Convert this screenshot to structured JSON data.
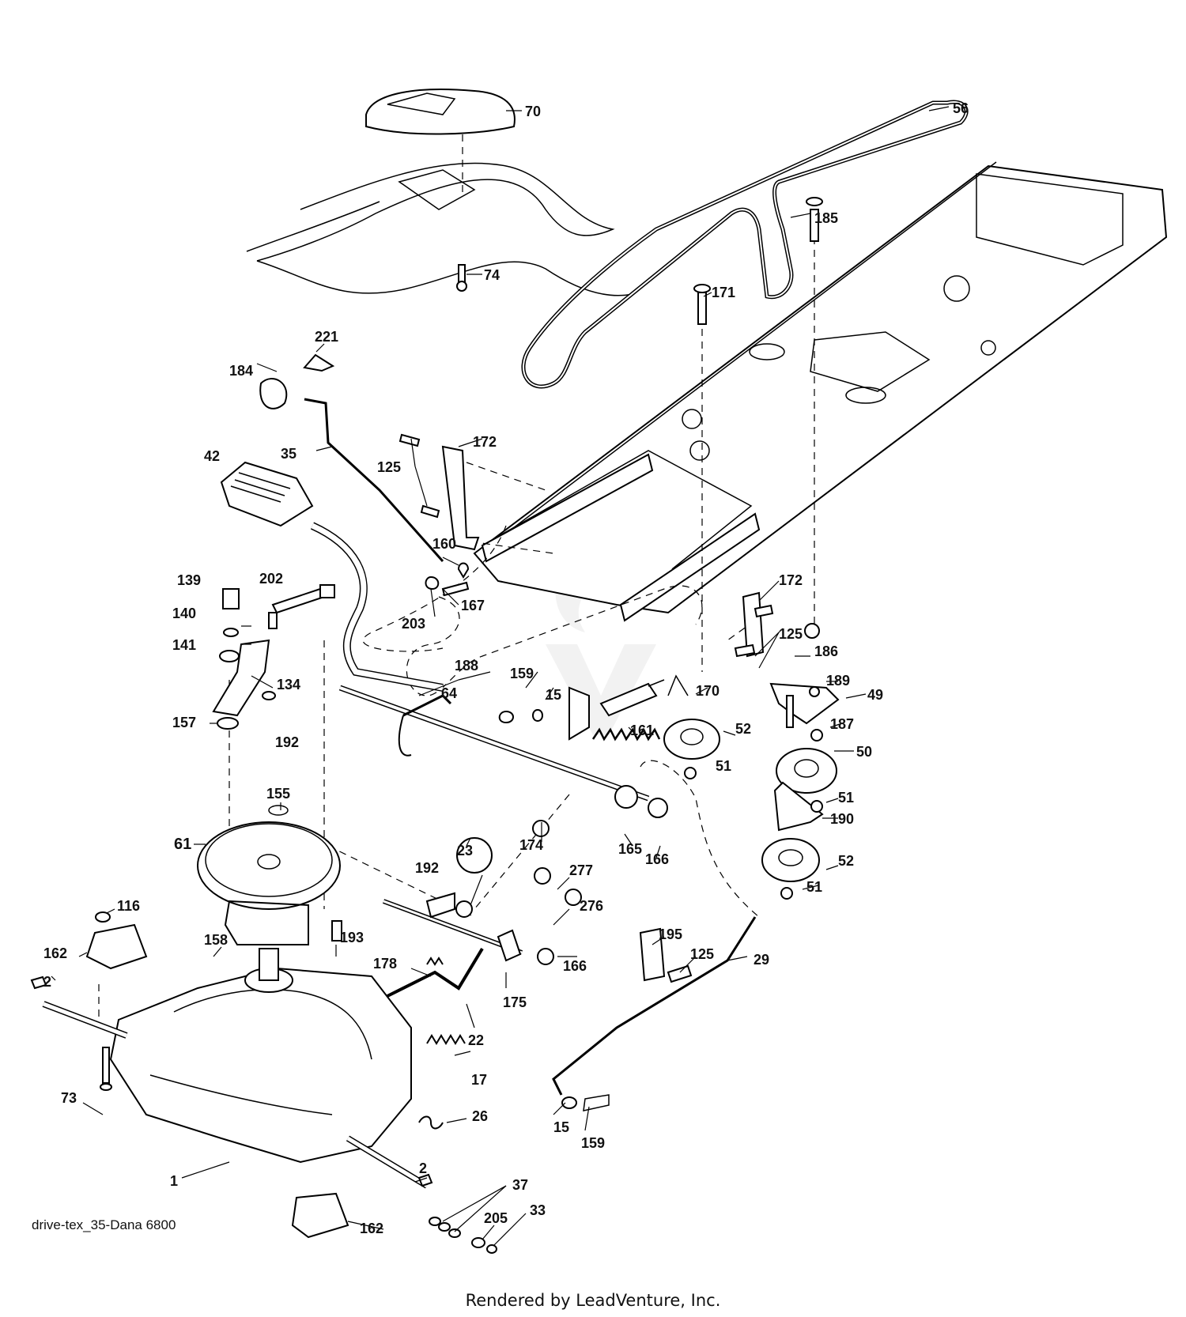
{
  "diagram": {
    "caption": "drive-tex_35-Dana 6800",
    "footer": "Rendered by LeadVenture, Inc."
  },
  "parts": [
    {
      "id": "p1",
      "label": "1"
    },
    {
      "id": "p2a",
      "label": "2"
    },
    {
      "id": "p2b",
      "label": "2"
    },
    {
      "id": "p15a",
      "label": "15"
    },
    {
      "id": "p15b",
      "label": "15"
    },
    {
      "id": "p17",
      "label": "17"
    },
    {
      "id": "p22",
      "label": "22"
    },
    {
      "id": "p23",
      "label": "23"
    },
    {
      "id": "p26",
      "label": "26"
    },
    {
      "id": "p29",
      "label": "29"
    },
    {
      "id": "p33",
      "label": "33"
    },
    {
      "id": "p35",
      "label": "35"
    },
    {
      "id": "p37",
      "label": "37"
    },
    {
      "id": "p42",
      "label": "42"
    },
    {
      "id": "p49",
      "label": "49"
    },
    {
      "id": "p50",
      "label": "50"
    },
    {
      "id": "p51a",
      "label": "51"
    },
    {
      "id": "p51b",
      "label": "51"
    },
    {
      "id": "p51c",
      "label": "51"
    },
    {
      "id": "p52a",
      "label": "52"
    },
    {
      "id": "p52b",
      "label": "52"
    },
    {
      "id": "p56",
      "label": "56"
    },
    {
      "id": "p61",
      "label": "61"
    },
    {
      "id": "p64",
      "label": "64"
    },
    {
      "id": "p70",
      "label": "70"
    },
    {
      "id": "p73",
      "label": "73"
    },
    {
      "id": "p74",
      "label": "74"
    },
    {
      "id": "p116",
      "label": "116"
    },
    {
      "id": "p125a",
      "label": "125"
    },
    {
      "id": "p125b",
      "label": "125"
    },
    {
      "id": "p125c",
      "label": "125"
    },
    {
      "id": "p134",
      "label": "134"
    },
    {
      "id": "p139",
      "label": "139"
    },
    {
      "id": "p140",
      "label": "140"
    },
    {
      "id": "p141",
      "label": "141"
    },
    {
      "id": "p155",
      "label": "155"
    },
    {
      "id": "p157",
      "label": "157"
    },
    {
      "id": "p158",
      "label": "158"
    },
    {
      "id": "p159a",
      "label": "159"
    },
    {
      "id": "p159b",
      "label": "159"
    },
    {
      "id": "p160",
      "label": "160"
    },
    {
      "id": "p161",
      "label": "161"
    },
    {
      "id": "p162a",
      "label": "162"
    },
    {
      "id": "p162b",
      "label": "162"
    },
    {
      "id": "p165",
      "label": "165"
    },
    {
      "id": "p166a",
      "label": "166"
    },
    {
      "id": "p166b",
      "label": "166"
    },
    {
      "id": "p167",
      "label": "167"
    },
    {
      "id": "p170",
      "label": "170"
    },
    {
      "id": "p171",
      "label": "171"
    },
    {
      "id": "p172a",
      "label": "172"
    },
    {
      "id": "p172b",
      "label": "172"
    },
    {
      "id": "p174",
      "label": "174"
    },
    {
      "id": "p175",
      "label": "175"
    },
    {
      "id": "p178",
      "label": "178"
    },
    {
      "id": "p184",
      "label": "184"
    },
    {
      "id": "p185",
      "label": "185"
    },
    {
      "id": "p186",
      "label": "186"
    },
    {
      "id": "p187",
      "label": "187"
    },
    {
      "id": "p188",
      "label": "188"
    },
    {
      "id": "p189",
      "label": "189"
    },
    {
      "id": "p190",
      "label": "190"
    },
    {
      "id": "p192a",
      "label": "192"
    },
    {
      "id": "p192b",
      "label": "192"
    },
    {
      "id": "p193",
      "label": "193"
    },
    {
      "id": "p195",
      "label": "195"
    },
    {
      "id": "p202",
      "label": "202"
    },
    {
      "id": "p203",
      "label": "203"
    },
    {
      "id": "p205",
      "label": "205"
    },
    {
      "id": "p221",
      "label": "221"
    },
    {
      "id": "p276",
      "label": "276"
    },
    {
      "id": "p277",
      "label": "277"
    }
  ],
  "watermark": {
    "icon": "flame-logo-icon",
    "color": "#e8e8e8"
  }
}
